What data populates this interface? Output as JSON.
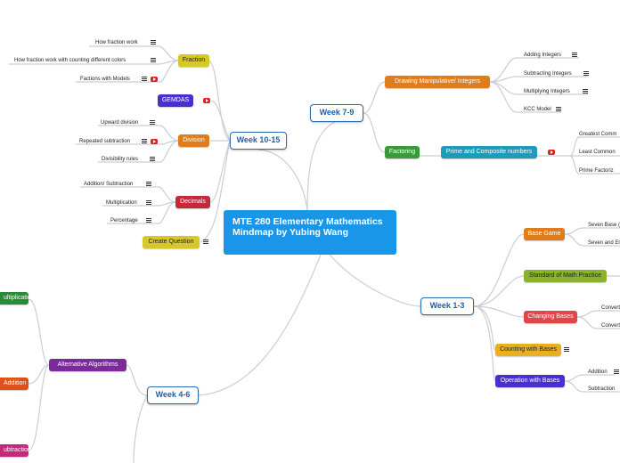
{
  "central": "MTE 280 Elementary Mathematics Mindmap by Yubing Wang",
  "weeks": {
    "w1": "Week 1-3",
    "w4": "Week 4-6",
    "w7": "Week 7-9",
    "w10": "Week 10-15"
  },
  "topics": {
    "fraction": "Fraction",
    "gemdas": "GEMDAS",
    "division": "Division",
    "decimals": "Decimals",
    "create_question": "Create Question",
    "drawing": "Drawing Manipulative/ Integers",
    "factoring": "Factoring",
    "prime": "Prime and Composite numbers",
    "base_game": "Base Game",
    "standard": "Standard of Math Practice",
    "changing_bases": "Changing Bases",
    "counting_bases": "Counting with Bases",
    "operation_bases": "Operation with Bases",
    "alt_algorithms": "Alternative Algorithms",
    "alt_mult": "ultiplication",
    "alt_add": "Addition",
    "alt_sub": "ubtraction"
  },
  "leaves": {
    "how_fraction": "How fraction work",
    "how_fraction_colors": "How fraction work with counting different colors",
    "fractions_models": "Factions with Models",
    "upward_division": "Upward division",
    "repeated_sub": "Repeated subtraction",
    "divisibility": "Divisibility rules",
    "add_sub": "Addition/ Subtraction",
    "multiplication": "Multiplication",
    "percentage": "Percentage",
    "adding_integers": "Adding Integers",
    "subtracting_integers": "Subtracting Integers",
    "multiplying_integers": "Multiplying Integers",
    "kcc_model": "KCC Model",
    "greatest_common": "Greatest Comm",
    "least_common": "Least Common",
    "prime_factor": "Prime Factoriz",
    "seven_base_1": "Seven Base (",
    "seven_base_2": "Seven and El",
    "convert_1": "Convert",
    "convert_2": "Convert",
    "op_addition": "Addition",
    "op_subtraction": "Subtraction"
  },
  "colors": {
    "central": "#1a96e8",
    "fraction": "#d6c826",
    "gemdas": "#4a2fcf",
    "division": "#e07d1a",
    "decimals": "#c42a3a",
    "create_question": "#d6c826",
    "drawing": "#e07d1a",
    "factoring": "#3a9a3a",
    "prime": "#1f9ab8",
    "base_game": "#e07d1a",
    "standard": "#8ab22a",
    "changing_bases": "#e0454a",
    "counting_bases": "#e8b020",
    "operation_bases": "#4a2fcf",
    "alt_algorithms": "#7a2a9a",
    "alt_mult": "#2a8a3a",
    "alt_add": "#e0501a",
    "alt_sub": "#c42a7a"
  },
  "icons": [
    "note-icon",
    "video-icon"
  ]
}
